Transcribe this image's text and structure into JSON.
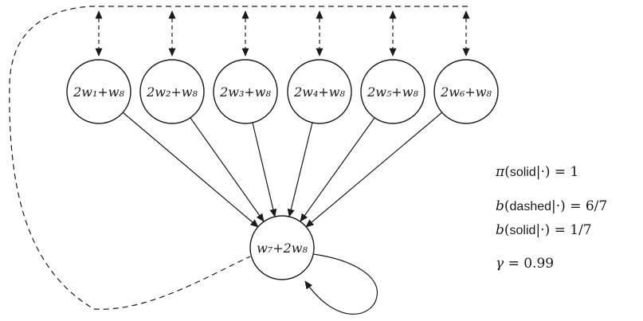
{
  "colors": {
    "ink": "#1a1a1a",
    "bg": "#ffffff"
  },
  "diagram": {
    "nodes": {
      "upper": [
        {
          "label": "2w₁+w₈"
        },
        {
          "label": "2w₂+w₈"
        },
        {
          "label": "2w₃+w₈"
        },
        {
          "label": "2w₄+w₈"
        },
        {
          "label": "2w₅+w₈"
        },
        {
          "label": "2w₆+w₈"
        }
      ],
      "lower": {
        "label": "w₇+2w₈"
      }
    },
    "edge_styles": {
      "dashed_meaning": "dashed action",
      "solid_meaning": "solid action"
    }
  },
  "legend": {
    "rows": [
      {
        "sym": "π",
        "open": "(",
        "keyword": "solid",
        "rest": "|·) = 1"
      },
      {
        "sym": "b",
        "open": "(",
        "keyword": "dashed",
        "rest": "|·) = 6/7"
      },
      {
        "sym": "b",
        "open": "(",
        "keyword": "solid",
        "rest": "|·) = 1/7"
      },
      {
        "sym": "γ",
        "open": "",
        "keyword": "",
        "rest": " = 0.99"
      }
    ]
  }
}
